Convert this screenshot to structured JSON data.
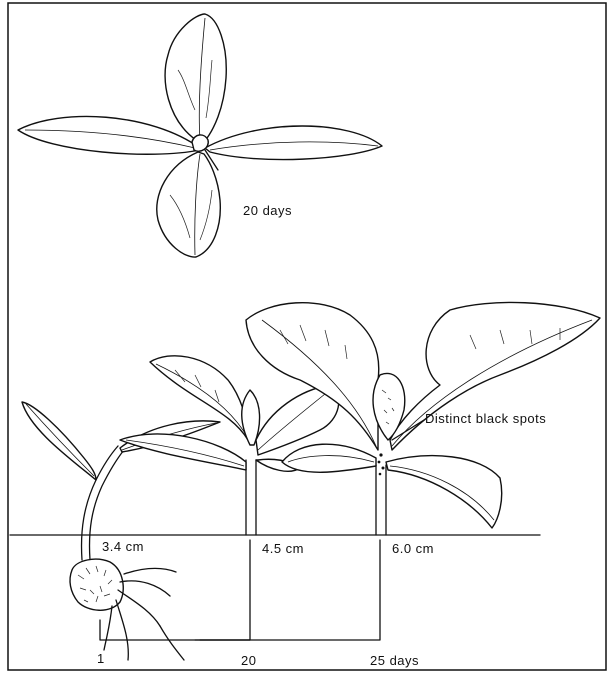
{
  "figure": {
    "top_label": "20 days",
    "spot_label": "Distinct black spots",
    "heights": [
      "3.4 cm",
      "4.5 cm",
      "6.0 cm"
    ],
    "axis_labels": [
      "1",
      "20",
      "25 days"
    ]
  }
}
